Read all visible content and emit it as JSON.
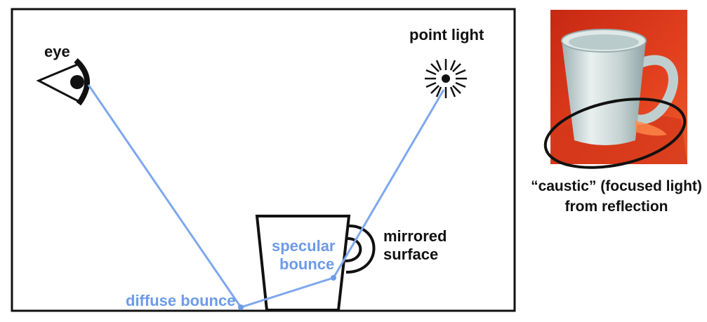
{
  "labels": {
    "eye": "eye",
    "point_light": "point light",
    "mirrored_line1": "mirrored",
    "mirrored_line2": "surface",
    "specular_line1": "specular",
    "specular_line2": "bounce",
    "diffuse": "diffuse bounce",
    "caption_line1": "“caustic” (focused light)",
    "caption_line2": "from reflection"
  },
  "colors": {
    "ray": "#7ea7ee",
    "photo_background": "#d8331a",
    "outline": "#111111"
  },
  "icons": {
    "eye": "eye-icon",
    "light": "starburst-light-icon"
  }
}
